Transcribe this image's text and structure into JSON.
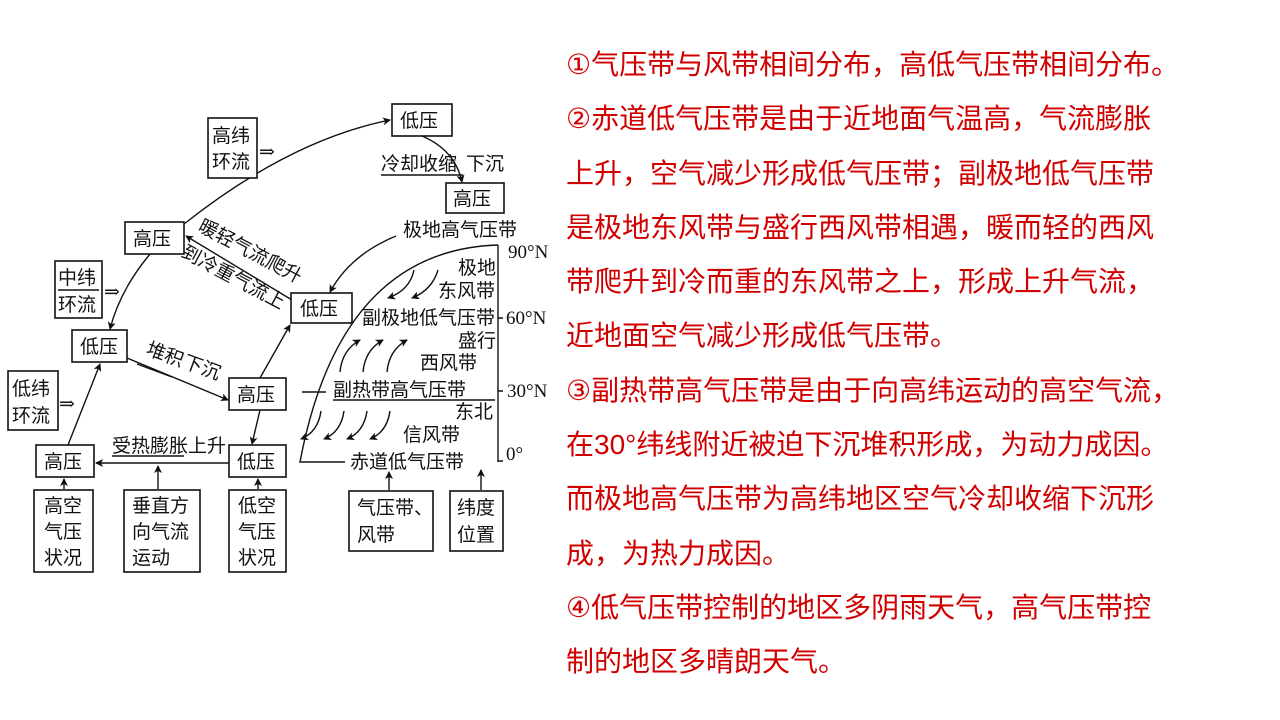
{
  "diagram": {
    "top_low": "低压",
    "cooling_label": "冷却收缩",
    "sink_label": "下沉",
    "top_high": "高压",
    "high_lat_cell": [
      "高纬",
      "环流"
    ],
    "mid_lat_cell": [
      "中纬",
      "环流"
    ],
    "low_lat_cell": [
      "低纬",
      "环流"
    ],
    "upper_high_1": "高压",
    "warm_rise_label": "暖轻气流爬升",
    "cold_over_label": "到冷重气流上",
    "polar_high_label": "极地高气压带",
    "lat_90": "90°N",
    "lat_60": "60°N",
    "lat_30": "30°N",
    "lat_0": "0°",
    "mid_low": "低压",
    "polar_easterlies": [
      "极地",
      "东风带"
    ],
    "subpolar_low_label": "副极地低气压带",
    "left_low": "低压",
    "accumulate_label": "堆积",
    "descend_label": "下沉",
    "westerlies": [
      "盛行",
      "西风带"
    ],
    "mid_high": "高压",
    "subtropical_high_label": "副热带高气压带",
    "trade_winds": [
      "东北",
      "信风带"
    ],
    "heat_rise_label": "受热膨胀上升",
    "bottom_high": "高压",
    "bottom_low": "低压",
    "equatorial_low_label": "赤道低气压带",
    "upper_pressure_box": [
      "高空",
      "气压",
      "状况"
    ],
    "vertical_flow_box": [
      "垂直方",
      "向气流",
      "运动"
    ],
    "lower_pressure_box": [
      "低空",
      "气压",
      "状况"
    ],
    "belts_box": [
      "气压带、",
      "风带"
    ],
    "latitude_box": [
      "纬度",
      "位置"
    ],
    "cell_arrow": "⇒"
  },
  "notes": {
    "lines": [
      "①气压带与风带相间分布，高低气压带相间分布。",
      "②赤道低气压带是由于近地面气温高，气流膨胀",
      "上升，空气减少形成低气压带；副极地低气压带",
      "是极地东风带与盛行西风带相遇，暖而轻的西风",
      "带爬升到冷而重的东风带之上，形成上升气流，",
      "近地面空气减少形成低气压带。",
      "③副热带高气压带是由于向高纬运动的高空气流，",
      "在30°纬线附近被迫下沉堆积形成，为动力成因。",
      "而极地高气压带为高纬地区空气冷却收缩下沉形",
      "成，为热力成因。",
      "④低气压带控制的地区多阴雨天气，高气压带控",
      "制的地区多晴朗天气。"
    ]
  },
  "colors": {
    "note_text": "#d00000"
  }
}
